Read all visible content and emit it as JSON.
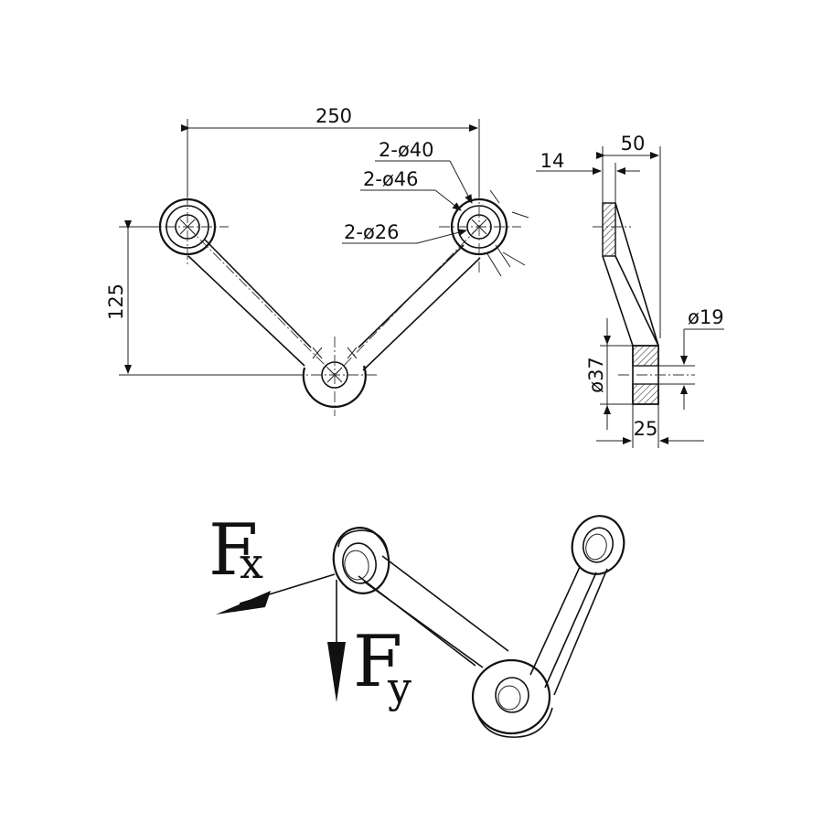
{
  "front_view": {
    "dim_width": "250",
    "dim_height": "125",
    "dim_hole_40": "2-ø40",
    "dim_hole_46": "2-ø46",
    "dim_hole_26": "2-ø26"
  },
  "side_view": {
    "dim_thickness": "14",
    "dim_depth": "50",
    "dim_bore": "ø19",
    "dim_hub_diameter": "ø37",
    "dim_hub_length": "25"
  },
  "forces": {
    "fx_main": "F",
    "fx_sub": "x",
    "fy_main": "F",
    "fy_sub": "y"
  }
}
